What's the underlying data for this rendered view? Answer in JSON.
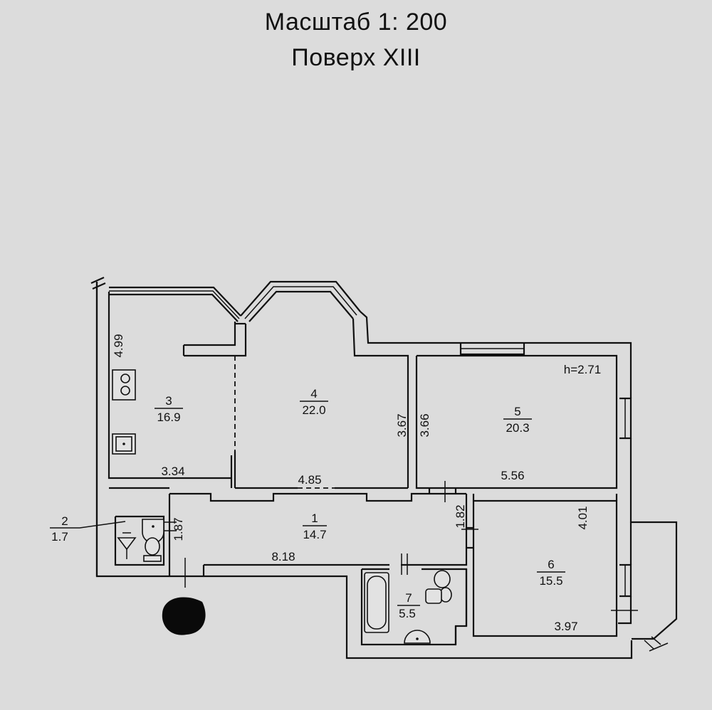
{
  "header": {
    "scale": "Масштаб 1: 200",
    "floor": "Поверх XIII"
  },
  "ceiling_height": "h=2.71",
  "rooms": [
    {
      "number": "1",
      "area": "14.7"
    },
    {
      "number": "2",
      "area": "1.7"
    },
    {
      "number": "3",
      "area": "16.9"
    },
    {
      "number": "4",
      "area": "22.0"
    },
    {
      "number": "5",
      "area": "20.3"
    },
    {
      "number": "6",
      "area": "15.5"
    },
    {
      "number": "7",
      "area": "5.5"
    }
  ],
  "dimensions": {
    "room3_height": "4.99",
    "room3_width": "3.34",
    "room4_width": "4.85",
    "room4_height": "3.67",
    "room5_height": "3.66",
    "room5_width": "5.56",
    "corridor_height": "1.82",
    "room6_height": "4.01",
    "room6_width": "3.97",
    "room2_height": "1.87",
    "corridor_width": "8.18"
  }
}
